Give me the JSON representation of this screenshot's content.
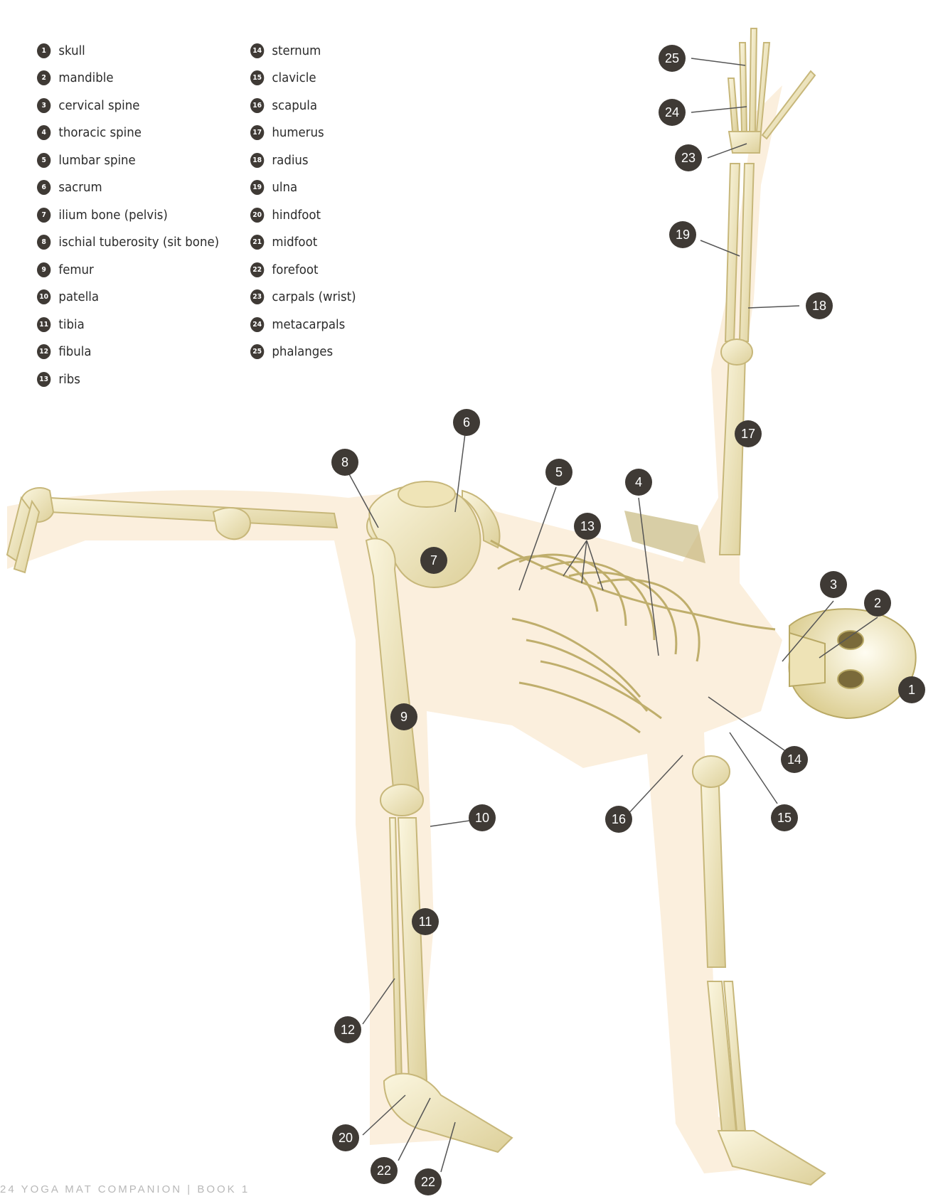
{
  "legend": [
    {
      "badge": "1",
      "label": "skull"
    },
    {
      "badge": "2",
      "label": "mandible"
    },
    {
      "badge": "3",
      "label": "cervical spine"
    },
    {
      "badge": "4",
      "label": "thoracic spine"
    },
    {
      "badge": "5",
      "label": "lumbar spine"
    },
    {
      "badge": "6",
      "label": "sacrum"
    },
    {
      "badge": "7",
      "label": "ilium bone (pelvis)"
    },
    {
      "badge": "8",
      "label": "ischial tuberosity (sit bone)"
    },
    {
      "badge": "9",
      "label": "femur"
    },
    {
      "badge": "10",
      "label": "patella"
    },
    {
      "badge": "11",
      "label": "tibia"
    },
    {
      "badge": "12",
      "label": "fibula"
    },
    {
      "badge": "13",
      "label": "ribs"
    },
    {
      "badge": "14",
      "label": "sternum"
    },
    {
      "badge": "15",
      "label": "clavicle"
    },
    {
      "badge": "16",
      "label": "scapula"
    },
    {
      "badge": "17",
      "label": "humerus"
    },
    {
      "badge": "18",
      "label": "radius"
    },
    {
      "badge": "19",
      "label": "ulna"
    },
    {
      "badge": "20",
      "label": "hindfoot"
    },
    {
      "badge": "21",
      "label": "midfoot"
    },
    {
      "badge": "22",
      "label": "forefoot"
    },
    {
      "badge": "23",
      "label": "carpals (wrist)"
    },
    {
      "badge": "24",
      "label": "metacarpals"
    },
    {
      "badge": "25",
      "label": "phalanges"
    }
  ],
  "callouts": [
    "25",
    "24",
    "23",
    "19",
    "18",
    "17",
    "6",
    "8",
    "5",
    "4",
    "13",
    "7",
    "3",
    "2",
    "1",
    "14",
    "9",
    "16",
    "15",
    "10",
    "11",
    "12",
    "20",
    "22",
    "22"
  ],
  "footer": "24  YOGA MAT COMPANION  |  BOOK 1",
  "colors": {
    "badge": "#3f3a35",
    "bone": "#f4eccb",
    "bone_shadow": "#d8c98c",
    "body_halo": "#f6dcb4"
  }
}
